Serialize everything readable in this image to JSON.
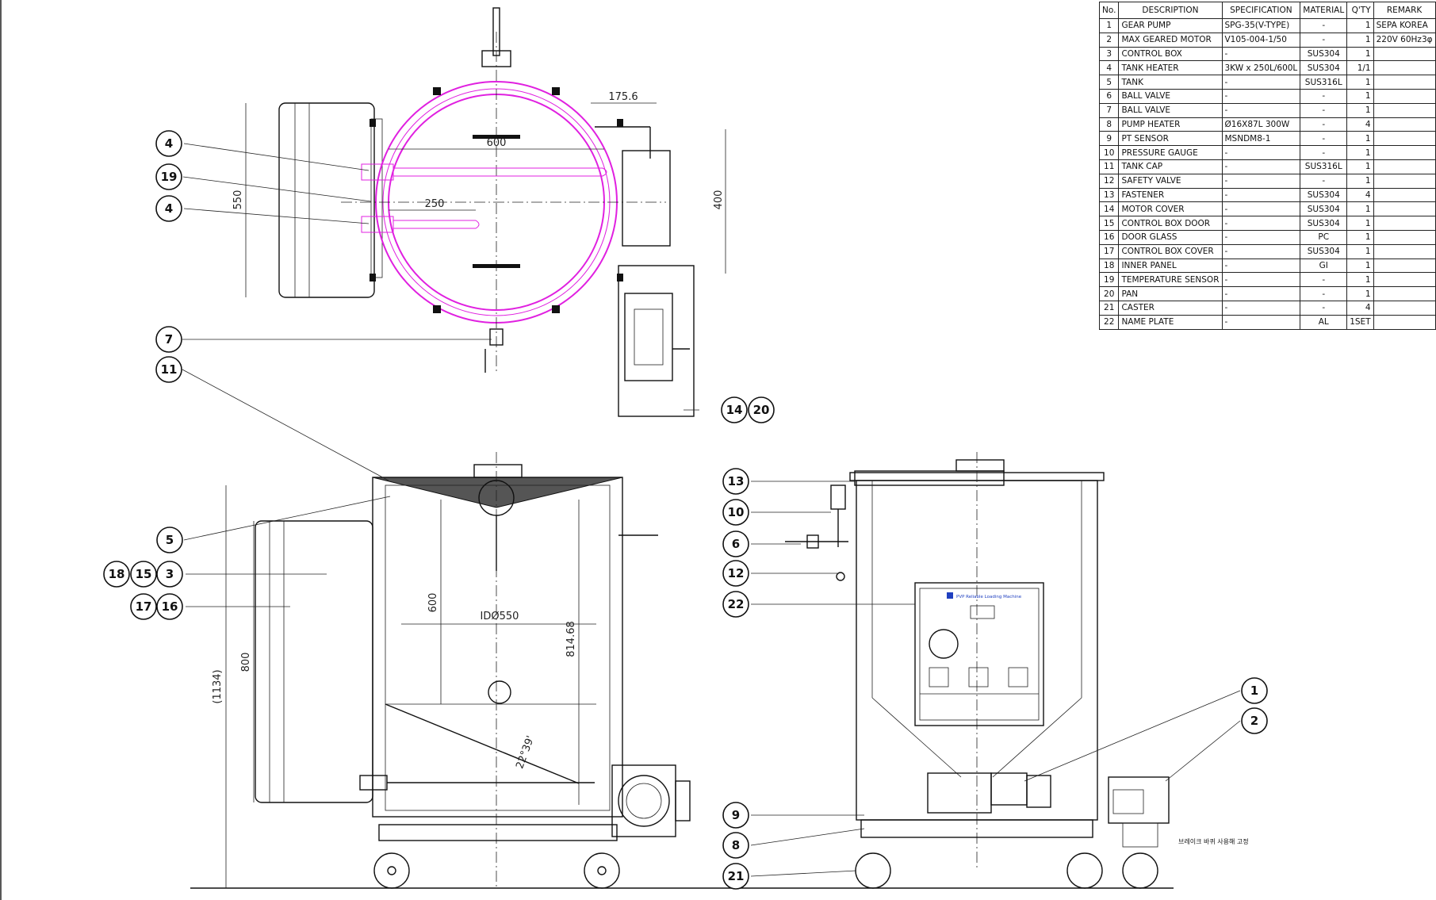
{
  "bom": {
    "headers": [
      "No.",
      "DESCRIPTION",
      "SPECIFICATION",
      "MATERIAL",
      "Q'TY",
      "REMARK"
    ],
    "rows": [
      [
        "1",
        "GEAR PUMP",
        "SPG-35(V-TYPE)",
        "-",
        "1",
        "SEPA KOREA"
      ],
      [
        "2",
        "MAX GEARED MOTOR",
        "V105-004-1/50",
        "-",
        "1",
        "220V 60Hz3φ"
      ],
      [
        "3",
        "CONTROL BOX",
        "-",
        "SUS304",
        "1",
        ""
      ],
      [
        "4",
        "TANK HEATER",
        "3KW x 250L/600L",
        "SUS304",
        "1/1",
        ""
      ],
      [
        "5",
        "TANK",
        "-",
        "SUS316L",
        "1",
        ""
      ],
      [
        "6",
        "BALL VALVE",
        "-",
        "-",
        "1",
        ""
      ],
      [
        "7",
        "BALL VALVE",
        "-",
        "-",
        "1",
        ""
      ],
      [
        "8",
        "PUMP HEATER",
        "Ø16X87L 300W",
        "-",
        "4",
        ""
      ],
      [
        "9",
        "PT SENSOR",
        "MSNDM8-1",
        "-",
        "1",
        ""
      ],
      [
        "10",
        "PRESSURE GAUGE",
        "-",
        "-",
        "1",
        ""
      ],
      [
        "11",
        "TANK CAP",
        "-",
        "SUS316L",
        "1",
        ""
      ],
      [
        "12",
        "SAFETY VALVE",
        "-",
        "-",
        "1",
        ""
      ],
      [
        "13",
        "FASTENER",
        "-",
        "SUS304",
        "4",
        ""
      ],
      [
        "14",
        "MOTOR COVER",
        "-",
        "SUS304",
        "1",
        ""
      ],
      [
        "15",
        "CONTROL BOX DOOR",
        "-",
        "SUS304",
        "1",
        ""
      ],
      [
        "16",
        "DOOR GLASS",
        "-",
        "PC",
        "1",
        ""
      ],
      [
        "17",
        "CONTROL BOX COVER",
        "-",
        "SUS304",
        "1",
        ""
      ],
      [
        "18",
        "INNER PANEL",
        "-",
        "GI",
        "1",
        ""
      ],
      [
        "19",
        "TEMPERATURE SENSOR",
        "-",
        "-",
        "1",
        ""
      ],
      [
        "20",
        "PAN",
        "-",
        "-",
        "1",
        ""
      ],
      [
        "21",
        "CASTER",
        "-",
        "-",
        "4",
        ""
      ],
      [
        "22",
        "NAME PLATE",
        "-",
        "AL",
        "1SET",
        ""
      ]
    ]
  },
  "dimensions": {
    "d600_top": "600",
    "d175": "175.6",
    "d550": "550",
    "d250": "250",
    "d400": "400",
    "d1134": "(1134)",
    "d800": "800",
    "d600_side": "600",
    "id550": "IDØ550",
    "d814": "814.68",
    "angle": "22°39'"
  },
  "balloons": [
    "4",
    "19",
    "4",
    "7",
    "11",
    "14",
    "20",
    "5",
    "18",
    "15",
    "3",
    "17",
    "16",
    "13",
    "10",
    "6",
    "12",
    "22",
    "1",
    "2",
    "9",
    "8",
    "21"
  ],
  "panel_title": "PVP Reliable Loading Machine",
  "caster_note": "브레이크 바퀴 사용해 고정",
  "colors": {
    "line": "#111111",
    "magenta": "#e020e0",
    "panel_blue": "#2040c0"
  }
}
